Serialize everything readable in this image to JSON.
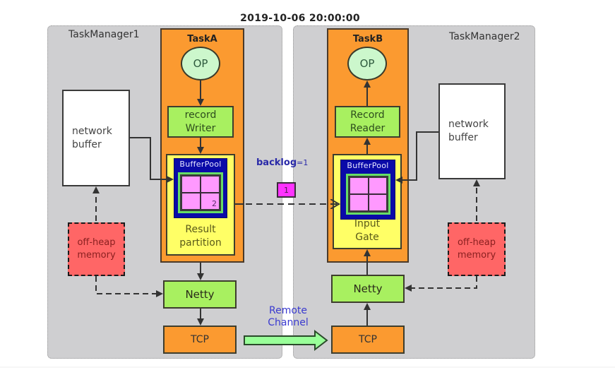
{
  "timestamp": "2019-10-06 20:00:00",
  "colors": {
    "panel": "#cfcfd1",
    "task": "#fb9a30",
    "op": "#ccf7cc",
    "green_box": "#a8f060",
    "yellow_box": "#ffff66",
    "buffer_pool": "#0a0aa8",
    "buffer_frame": "#66dd66",
    "buffer_cell": "#ff99ff",
    "offheap": "#ff6666",
    "packet": "#ff33ff",
    "remote_arrow": "#99ff99",
    "label_blue": "#3a3ad0"
  },
  "taskmanager1": {
    "title": "TaskManager1",
    "task": {
      "title": "TaskA",
      "op_label": "OP",
      "component_label": "record\nWriter",
      "partition": {
        "buffer_pool_label": "BufferPool",
        "cells": [
          "",
          "",
          "",
          "2"
        ],
        "label": "Result\npartition"
      }
    },
    "network_buffer_label": "network\nbuffer",
    "offheap_label": "off-heap\nmemory",
    "netty_label": "Netty",
    "tcp_label": "TCP"
  },
  "taskmanager2": {
    "title": "TaskManager2",
    "task": {
      "title": "TaskB",
      "op_label": "OP",
      "component_label": "Record\nReader",
      "partition": {
        "buffer_pool_label": "BufferPool",
        "cells": [
          "",
          "",
          "",
          ""
        ],
        "label": "Input\nGate"
      }
    },
    "network_buffer_label": "network\nbuffer",
    "offheap_label": "off-heap\nmemory",
    "netty_label": "Netty",
    "tcp_label": "TCP"
  },
  "backlog": {
    "label": "backlog",
    "value": "=1"
  },
  "in_flight_buffer": "1",
  "remote_channel_label": "Remote\nChannel"
}
